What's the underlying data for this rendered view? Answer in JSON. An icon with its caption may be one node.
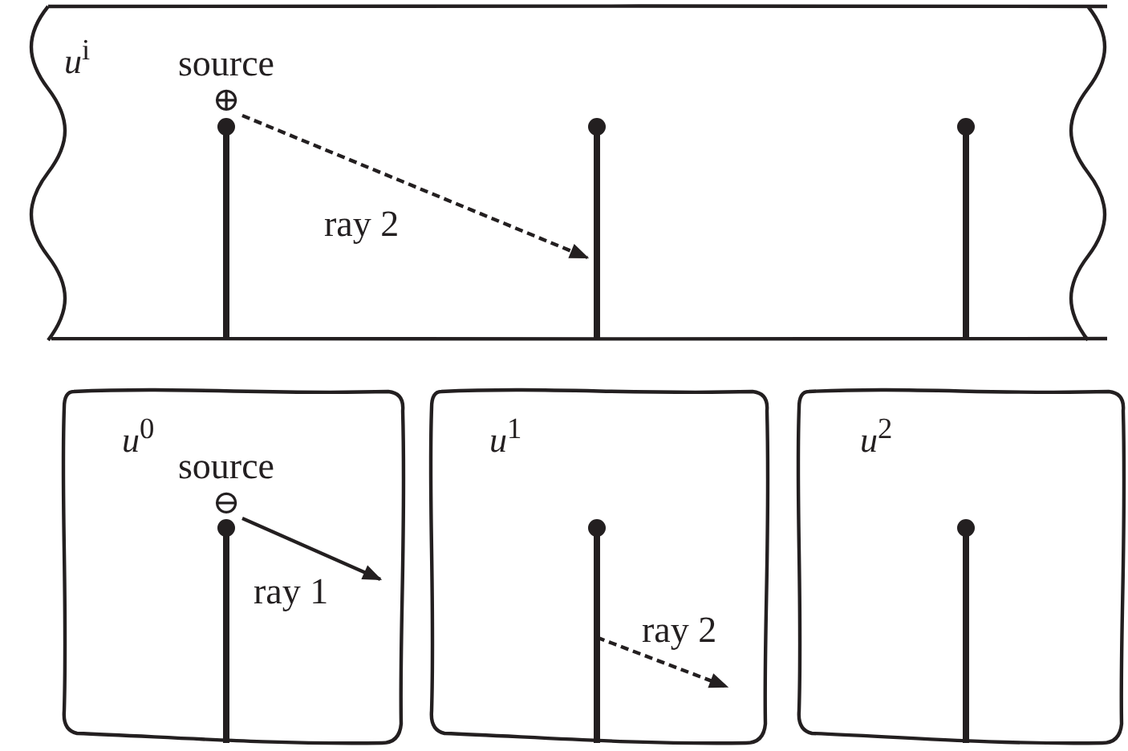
{
  "diagram": {
    "nodes": [
      {
        "text": [
          "*u*$^{i}$"
        ]
      },
      {
        "text": [
          "⊕"
        ],
        "beside": [
          "source"
        ],
        "in": 0
      },
      {
        "text": [],
        "shape": "bar",
        "in": 0
      },
      {
        "text": [],
        "shape": "bar",
        "in": 0
      },
      {
        "text": [],
        "shape": "bar",
        "in": 0
      },
      {
        "text": [
          "*u*$^{0}$"
        ]
      },
      {
        "text": [
          "⊖"
        ],
        "beside": [
          "source"
        ],
        "in": 5
      },
      {
        "text": [],
        "shape": "bar",
        "in": 5
      },
      {
        "text": [
          "*u*$^{1}$"
        ]
      },
      {
        "text": [],
        "shape": "bar",
        "in": 8
      },
      {
        "text": [
          "*u*$^{2}$"
        ]
      },
      {
        "text": [],
        "shape": "bar",
        "in": 10
      }
    ],
    "edges": [
      {
        "from": 1,
        "to": 3,
        "arrow": "to",
        "label": "ray 2",
        "style": "dashed"
      },
      {
        "from": 6,
        "to": null,
        "arrow": "to",
        "label": "ray 1"
      },
      {
        "from": 9,
        "to": null,
        "arrow": "to",
        "label": "ray 2",
        "style": "dashed"
      }
    ]
  }
}
